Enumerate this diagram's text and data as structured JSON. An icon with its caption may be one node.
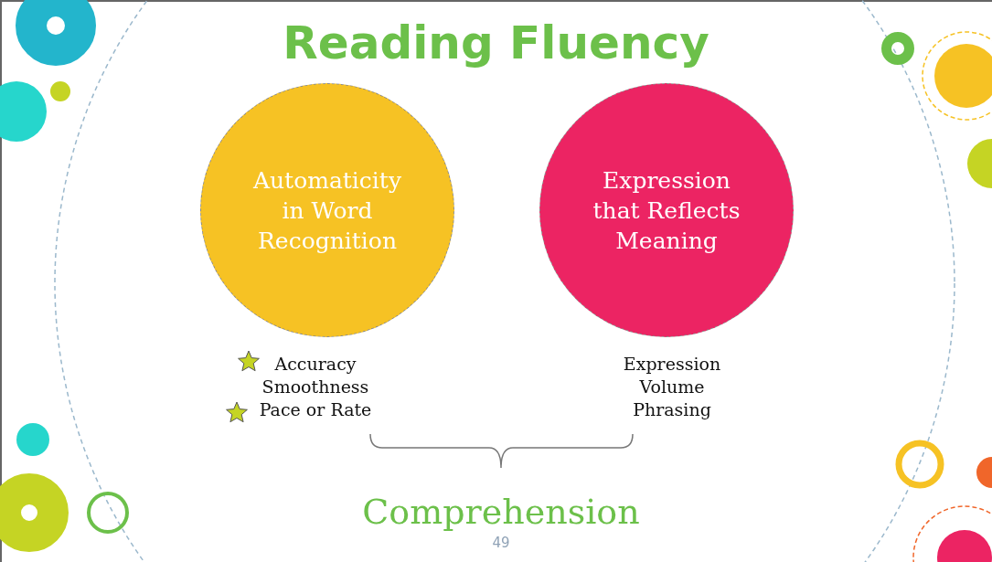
{
  "diagram": {
    "title": "Reading Fluency",
    "nodes": [
      {
        "text": [
          "Automaticity in Word Recognition"
        ],
        "beside": [
          "Accuracy",
          "Smoothness",
          "Pace or Rate"
        ]
      },
      {
        "text": [
          "Expression that Reflects Meaning"
        ],
        "beside": [
          "Expression",
          "Volume",
          "Phrasing"
        ]
      }
    ],
    "labels": [
      "Comprehension",
      "49"
    ]
  }
}
